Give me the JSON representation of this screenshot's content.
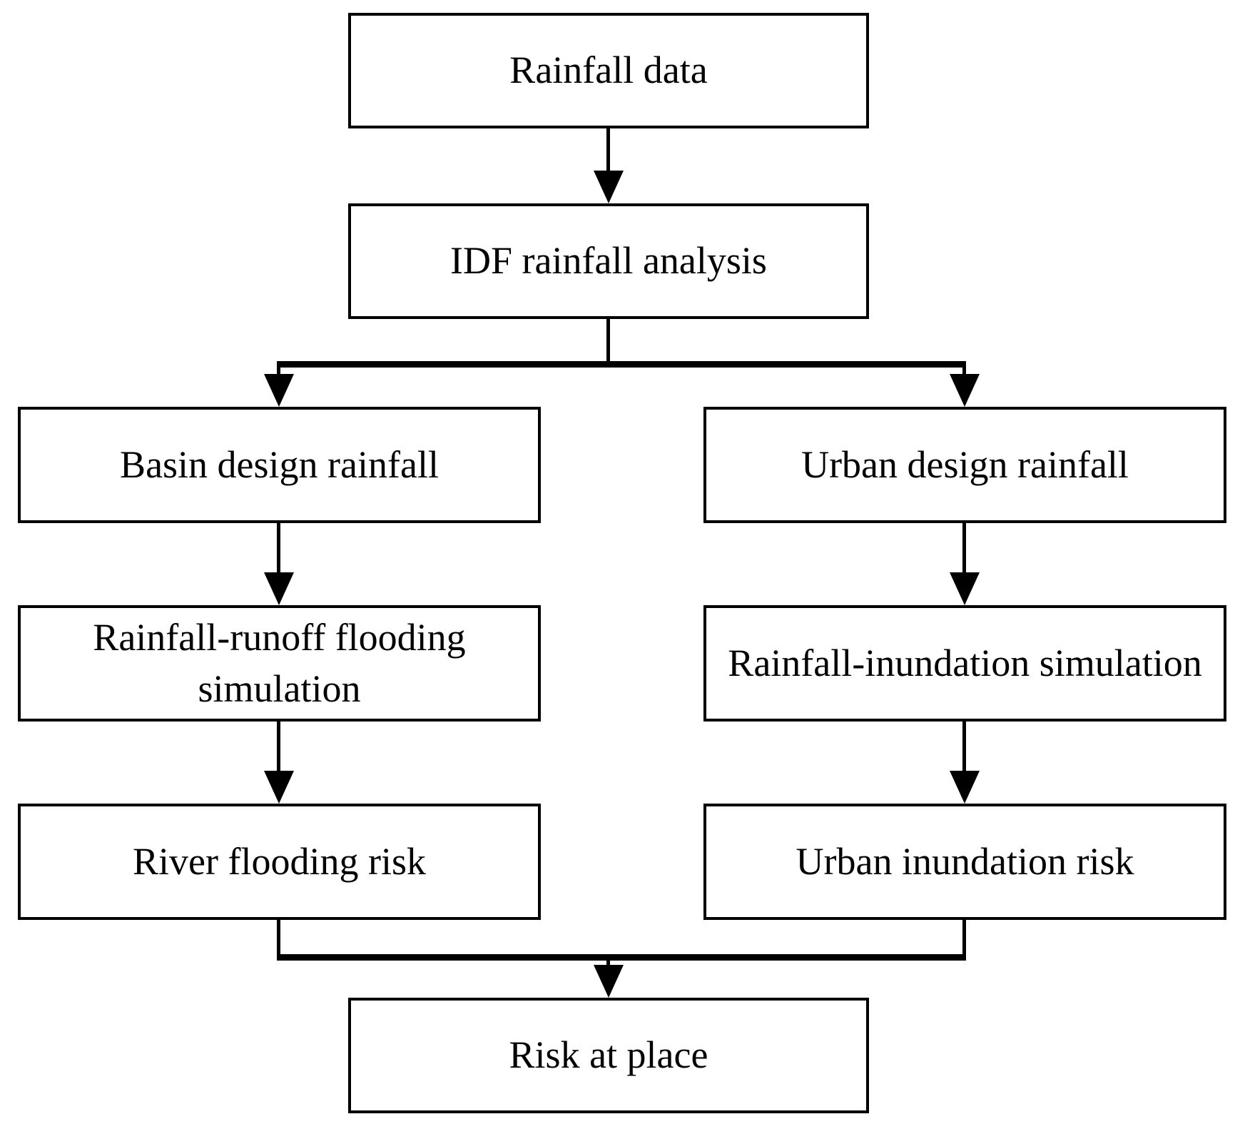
{
  "diagram": {
    "type": "flowchart",
    "direction": "top-down",
    "background_color": "#ffffff",
    "colors": {
      "line": "#000000",
      "box_border": "#000000",
      "box_fill": "#ffffff",
      "text": "#000000"
    },
    "nodes": {
      "rainfall_data": {
        "label": "Rainfall data"
      },
      "idf_analysis": {
        "label": "IDF rainfall analysis"
      },
      "basin_design": {
        "label": "Basin design rainfall"
      },
      "urban_design": {
        "label": "Urban design rainfall"
      },
      "runoff_simulation": {
        "label": "Rainfall-runoff flooding simulation"
      },
      "inundation_simulation": {
        "label": "Rainfall-inundation simulation"
      },
      "river_risk": {
        "label": "River flooding risk"
      },
      "urban_risk": {
        "label": "Urban inundation risk"
      },
      "risk_at_place": {
        "label": "Risk at place"
      }
    },
    "edges": [
      {
        "from": "rainfall_data",
        "to": "idf_analysis"
      },
      {
        "from": "idf_analysis",
        "to": "basin_design"
      },
      {
        "from": "idf_analysis",
        "to": "urban_design"
      },
      {
        "from": "basin_design",
        "to": "runoff_simulation"
      },
      {
        "from": "urban_design",
        "to": "inundation_simulation"
      },
      {
        "from": "runoff_simulation",
        "to": "river_risk"
      },
      {
        "from": "inundation_simulation",
        "to": "urban_risk"
      },
      {
        "from": "river_risk",
        "to": "risk_at_place"
      },
      {
        "from": "urban_risk",
        "to": "risk_at_place"
      }
    ]
  }
}
